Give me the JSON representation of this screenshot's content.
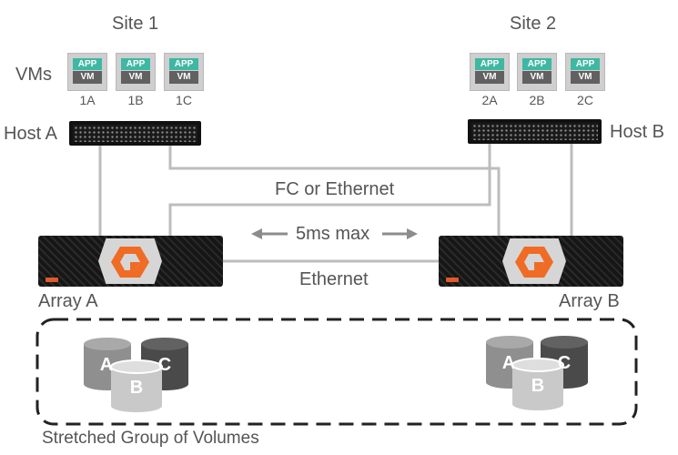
{
  "site1": {
    "title": "Site 1"
  },
  "site2": {
    "title": "Site 2"
  },
  "vms_label": "VMs",
  "vm": {
    "app_label": "APP",
    "vm_label": "VM"
  },
  "site1_vms": [
    "1A",
    "1B",
    "1C"
  ],
  "site2_vms": [
    "2A",
    "2B",
    "2C"
  ],
  "host_a": "Host A",
  "host_b": "Host B",
  "array_a": "Array A",
  "array_b": "Array B",
  "links": {
    "fc": "FC or Ethernet",
    "latency": "5ms max",
    "ethernet": "Ethernet"
  },
  "volumes": {
    "left": [
      "A",
      "C",
      "B"
    ],
    "right": [
      "A",
      "C",
      "B"
    ],
    "caption": "Stretched Group of Volumes"
  },
  "colors": {
    "app_teal": "#3fb8a2",
    "vm_gray": "#616161",
    "pure_orange": "#f06b24",
    "text": "#555555",
    "cyl_a": "#8f8f8f",
    "cyl_b": "#c9c9c9",
    "cyl_c": "#4a4a4a"
  },
  "icons": [
    "vm-icon",
    "host-server-icon",
    "storage-array-icon",
    "pure-storage-logo-icon",
    "double-arrow-icon",
    "volume-cylinder-icon"
  ]
}
